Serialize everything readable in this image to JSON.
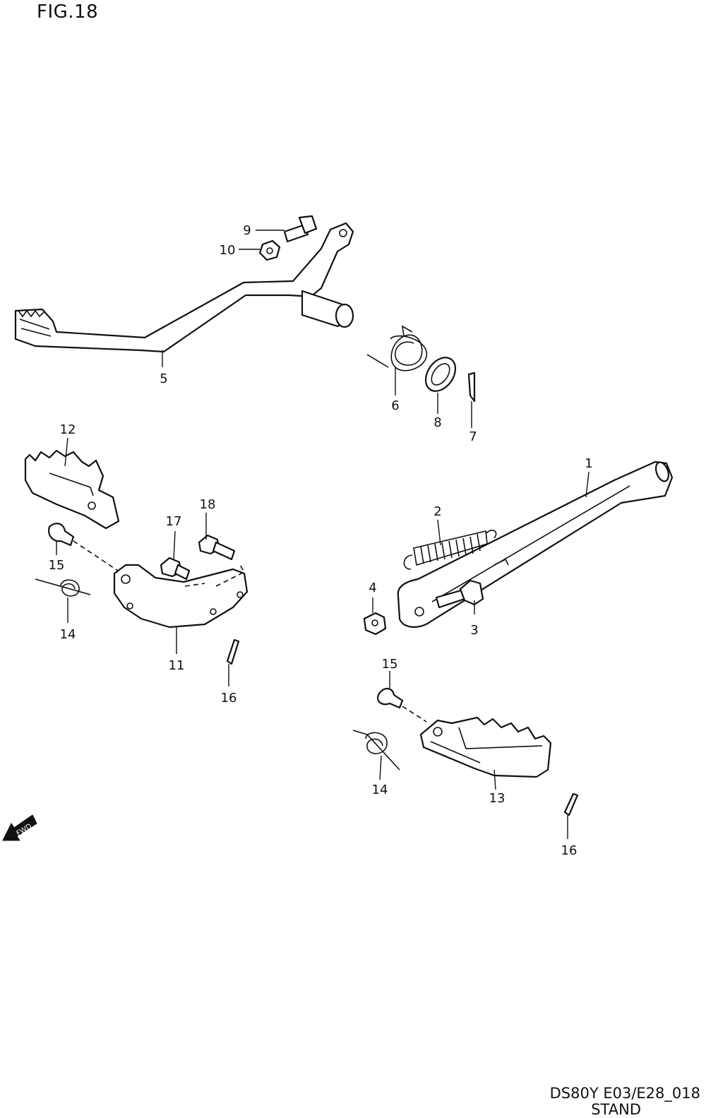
{
  "figure": {
    "title": "FIG.18",
    "code": "DS80Y E03/E28_018",
    "name": "STAND"
  },
  "fwd_badge": "FWD",
  "callouts": [
    {
      "id": "c1",
      "label": "1"
    },
    {
      "id": "c2",
      "label": "2"
    },
    {
      "id": "c3",
      "label": "3"
    },
    {
      "id": "c4",
      "label": "4"
    },
    {
      "id": "c5",
      "label": "5"
    },
    {
      "id": "c6",
      "label": "6"
    },
    {
      "id": "c7",
      "label": "7"
    },
    {
      "id": "c8",
      "label": "8"
    },
    {
      "id": "c9",
      "label": "9"
    },
    {
      "id": "c10",
      "label": "10"
    },
    {
      "id": "c11",
      "label": "11"
    },
    {
      "id": "c12",
      "label": "12"
    },
    {
      "id": "c13",
      "label": "13"
    },
    {
      "id": "c14a",
      "label": "14"
    },
    {
      "id": "c14b",
      "label": "14"
    },
    {
      "id": "c15a",
      "label": "15"
    },
    {
      "id": "c15b",
      "label": "15"
    },
    {
      "id": "c16a",
      "label": "16"
    },
    {
      "id": "c16b",
      "label": "16"
    },
    {
      "id": "c17",
      "label": "17"
    },
    {
      "id": "c18",
      "label": "18"
    }
  ]
}
